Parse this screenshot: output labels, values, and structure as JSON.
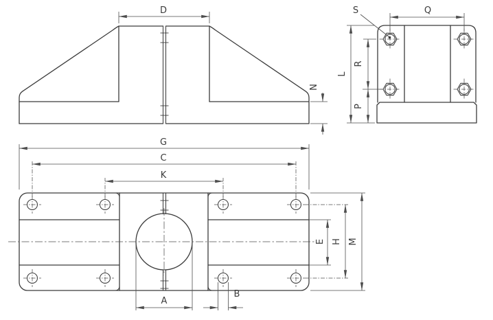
{
  "views": {
    "front_view": {
      "name": "front elevation",
      "dimension_labels": [
        "D",
        "N"
      ]
    },
    "end_view": {
      "name": "end elevation",
      "dimension_labels": [
        "S",
        "Q",
        "L",
        "R",
        "P"
      ]
    },
    "plan_view": {
      "name": "plan view",
      "dimension_labels": [
        "G",
        "C",
        "K",
        "E",
        "H",
        "M",
        "A",
        "B"
      ]
    }
  },
  "labels": {
    "D": "D",
    "N": "N",
    "S": "S",
    "Q": "Q",
    "L": "L",
    "R": "R",
    "P": "P",
    "G": "G",
    "C": "C",
    "K": "K",
    "E": "E",
    "H": "H",
    "M": "M",
    "A": "A",
    "B": "B"
  },
  "colors": {
    "outline": "#3b3b3b",
    "dimension": "#4d4d4d",
    "accent": "#c23232",
    "background": "#ffffff"
  }
}
